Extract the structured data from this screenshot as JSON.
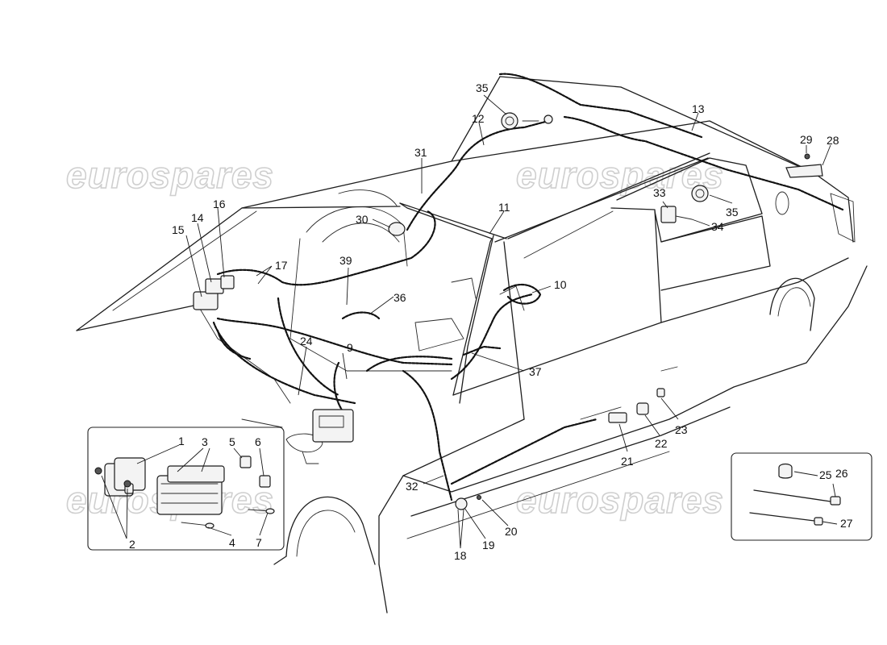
{
  "watermark": {
    "text": "eurospares"
  },
  "callouts": {
    "c1": "1",
    "c2": "2",
    "c3": "3",
    "c4": "4",
    "c5": "5",
    "c6": "6",
    "c7": "7",
    "c9": "9",
    "c10": "10",
    "c11": "11",
    "c12": "12",
    "c13": "13",
    "c14": "14",
    "c15": "15",
    "c16": "16",
    "c17": "17",
    "c18": "18",
    "c19": "19",
    "c20": "20",
    "c21": "21",
    "c22": "22",
    "c23": "23",
    "c24": "24",
    "c25": "25",
    "c26": "26",
    "c27": "27",
    "c28": "28",
    "c29": "29",
    "c30": "30",
    "c31": "31",
    "c32": "32",
    "c33": "33",
    "c34": "34",
    "c35a": "35",
    "c35b": "35",
    "c36": "36",
    "c37": "37",
    "c39": "39"
  }
}
